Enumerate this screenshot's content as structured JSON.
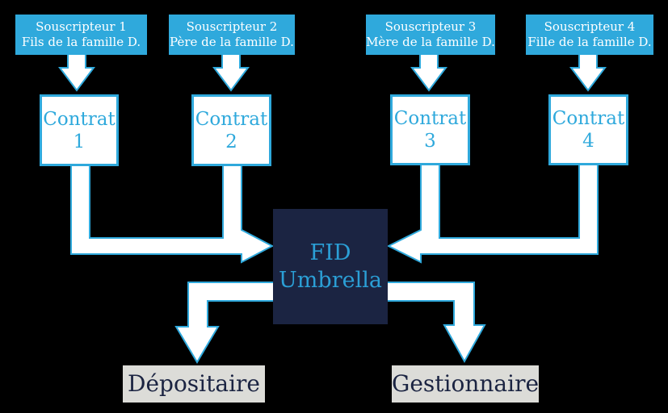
{
  "colors": {
    "background": "#000000",
    "accent_blue": "#2fa9dc",
    "dark_navy": "#1b2442",
    "light_gray_box": "#dcdcd8",
    "arrow_fill": "#ffffff"
  },
  "subscribers": [
    {
      "name": "Souscripteur 1",
      "desc": "Fils de la famille D."
    },
    {
      "name": "Souscripteur 2",
      "desc": "Père de la famille D."
    },
    {
      "name": "Souscripteur 3",
      "desc": "Mère de la famille D."
    },
    {
      "name": "Souscripteur 4",
      "desc": "Fille de la famille D."
    }
  ],
  "contracts": [
    {
      "label": "Contrat",
      "number": "1"
    },
    {
      "label": "Contrat",
      "number": "2"
    },
    {
      "label": "Contrat",
      "number": "3"
    },
    {
      "label": "Contrat",
      "number": "4"
    }
  ],
  "hub": {
    "line1": "FID",
    "line2": "Umbrella"
  },
  "providers": [
    {
      "label": "Dépositaire"
    },
    {
      "label": "Gestionnaire"
    }
  ],
  "edges": [
    {
      "from": "Souscripteur 1",
      "to": "Contrat 1"
    },
    {
      "from": "Souscripteur 2",
      "to": "Contrat 2"
    },
    {
      "from": "Souscripteur 3",
      "to": "Contrat 3"
    },
    {
      "from": "Souscripteur 4",
      "to": "Contrat 4"
    },
    {
      "from": "Contrat 1",
      "to": "FID Umbrella"
    },
    {
      "from": "Contrat 2",
      "to": "FID Umbrella"
    },
    {
      "from": "Contrat 3",
      "to": "FID Umbrella"
    },
    {
      "from": "Contrat 4",
      "to": "FID Umbrella"
    },
    {
      "from": "FID Umbrella",
      "to": "Dépositaire"
    },
    {
      "from": "FID Umbrella",
      "to": "Gestionnaire"
    }
  ]
}
